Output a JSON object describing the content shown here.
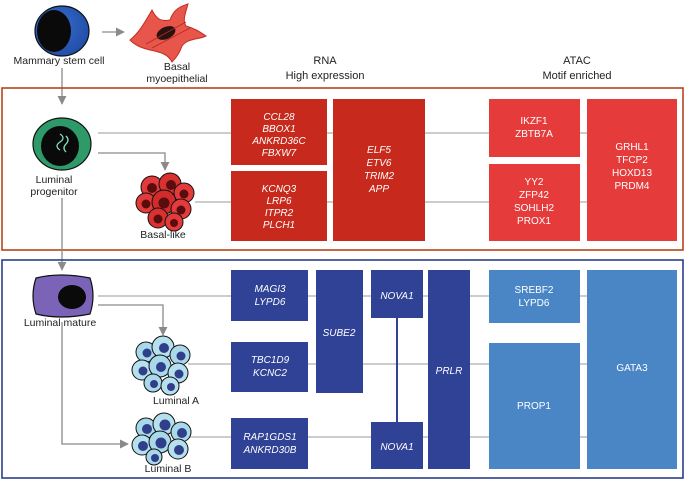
{
  "colors": {
    "luminal_progenitor_frame": "#b5451b",
    "luminal_mature_frame": "#2b3f8e",
    "rna_red": "#c72a1c",
    "atac_red": "#e63b3b",
    "rna_navy": "#2f4296",
    "atac_blue": "#4a86c5",
    "connector": "#9a9a9a"
  },
  "cells": {
    "mammary_stem_cell": "Mammary stem cell",
    "basal_myoepithelial_line1": "Basal",
    "basal_myoepithelial_line2": "myoepithelial",
    "luminal_progenitor_line1": "Luminal",
    "luminal_progenitor_line2": "progenitor",
    "basal_like": "Basal-like",
    "luminal_mature": "Luminal mature",
    "luminal_a": "Luminal A",
    "luminal_b": "Luminal B"
  },
  "headers": {
    "rna_line1": "RNA",
    "rna_line2": "High expression",
    "atac_line1": "ATAC",
    "atac_line2": "Motif enriched"
  },
  "rna_boxes": {
    "lp_top": [
      "CCL28",
      "BBOX1",
      "ANKRD36C",
      "FBXW7"
    ],
    "lp_bottom": [
      "KCNQ3",
      "LRP6",
      "ITPR2",
      "PLCH1"
    ],
    "lp_shared": [
      "ELF5",
      "ETV6",
      "TRIM2",
      "APP"
    ],
    "lm_top": [
      "MAGI3",
      "LYPD6"
    ],
    "lm_mid": [
      "TBC1D9",
      "KCNC2"
    ],
    "lm_bottom": [
      "RAP1GDS1",
      "ANKRD30B"
    ],
    "sube2": "SUBE2",
    "nova1_top": "NOVA1",
    "nova1_bottom": "NOVA1",
    "prlr": "PRLR"
  },
  "atac_boxes": {
    "lp_top": [
      "IKZF1",
      "ZBTB7A"
    ],
    "lp_bottom": [
      "YY2",
      "ZFP42",
      "SOHLH2",
      "PROX1"
    ],
    "lp_shared": [
      "GRHL1",
      "TFCP2",
      "HOXD13",
      "PRDM4"
    ],
    "lm_top": [
      "SREBF2",
      "LYPD6"
    ],
    "lm_mid": [
      "PROP1"
    ],
    "lm_shared": [
      "GATA3"
    ]
  }
}
